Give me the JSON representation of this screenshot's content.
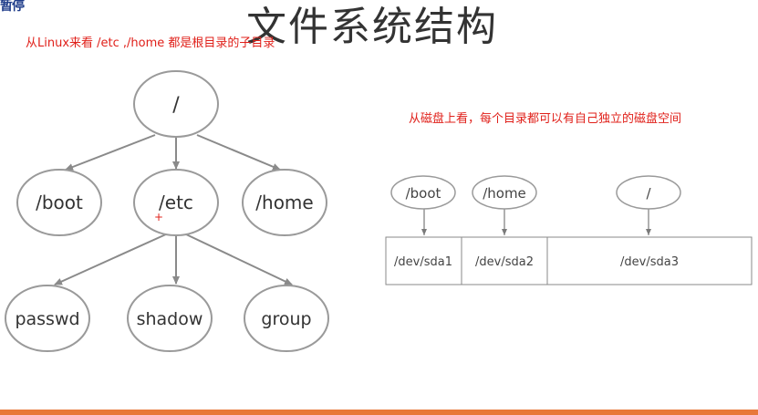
{
  "corner_label": "暂停",
  "title": "文件系统结构",
  "notes": {
    "left": "从Linux来看 /etc ,/home 都是根目录的子目录",
    "right": "从磁盘上看，每个目录都可以有自己独立的磁盘空间"
  },
  "tree": {
    "root": "/",
    "level1": [
      "/boot",
      "/etc",
      "/home"
    ],
    "level2": [
      "passwd",
      "shadow",
      "group"
    ]
  },
  "disk": {
    "mounts": [
      "/boot",
      "/home",
      "/"
    ],
    "partitions": [
      "/dev/sda1",
      "/dev/sda2",
      "/dev/sda3"
    ]
  },
  "colors": {
    "note": "#e0201a",
    "title": "#333333",
    "bottom_bar": "#e8783a"
  }
}
